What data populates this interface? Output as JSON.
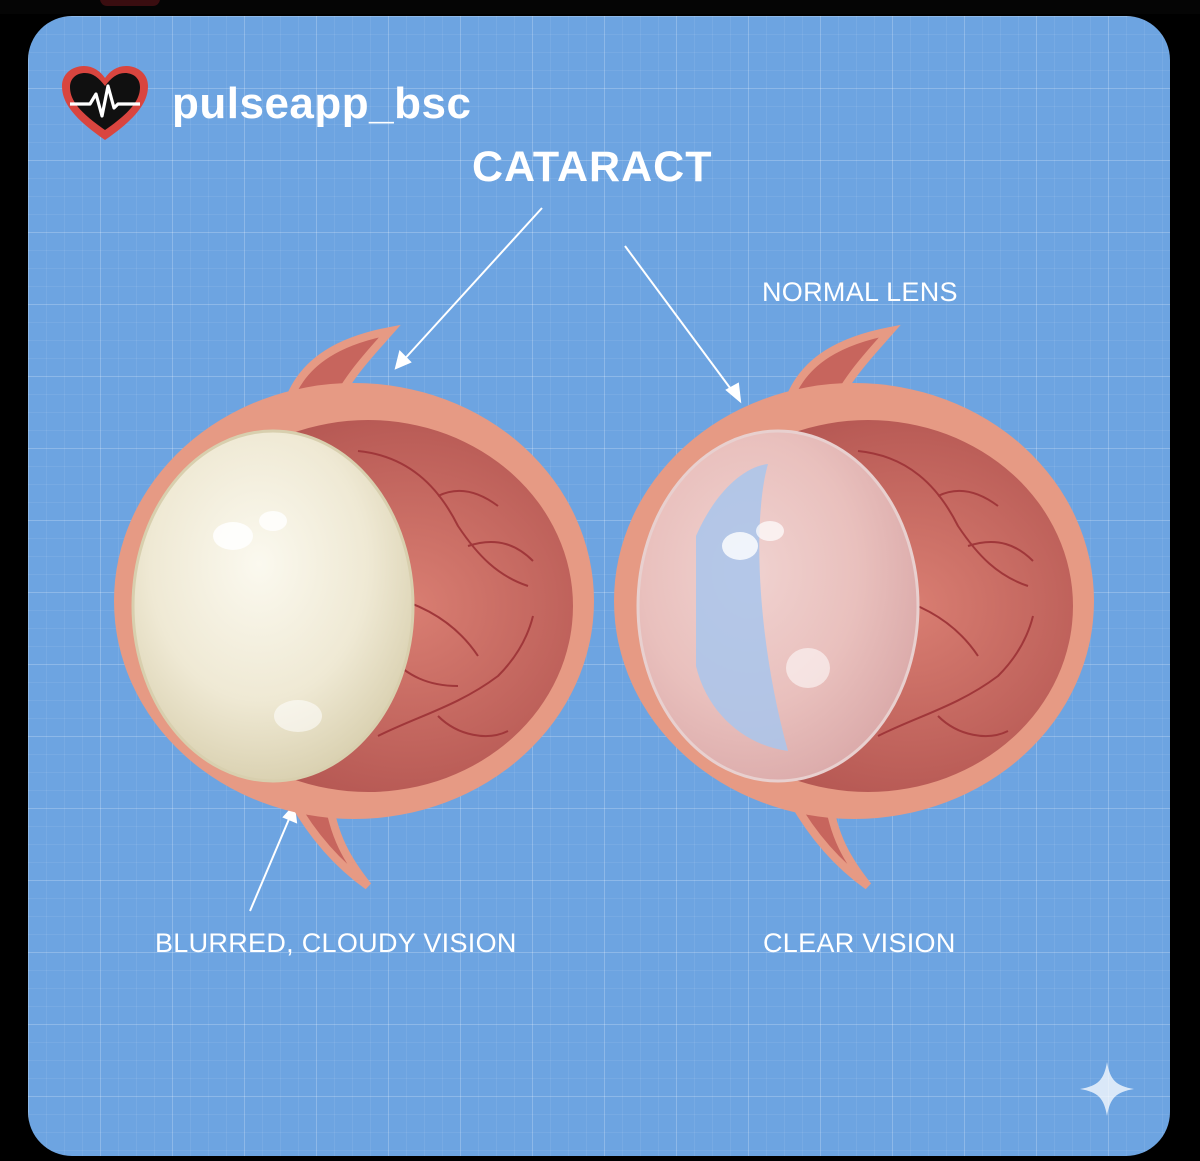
{
  "brand": {
    "handle": "pulseapp_bsc",
    "logo_icon": "heart-pulse-icon"
  },
  "diagram": {
    "title": "CATARACT",
    "labels": {
      "normal_lens": "NORMAL LENS",
      "blurred_vision": "BLURRED, CLOUDY VISION",
      "clear_vision": "CLEAR VISION"
    },
    "eyes": [
      {
        "name": "cataract-eye",
        "lens": "cloudy"
      },
      {
        "name": "normal-eye",
        "lens": "clear"
      }
    ]
  },
  "colors": {
    "background": "#6da4e1",
    "sclera": "#e69a84",
    "interior": "#c7655d",
    "vessel": "#a0373a",
    "cloudy_lens": "#f2eedd",
    "clear_lens": "#a9c6ec",
    "text": "#ffffff",
    "logo_heart": "#d9453f"
  },
  "icons": {
    "watermark": "sparkle-icon"
  }
}
